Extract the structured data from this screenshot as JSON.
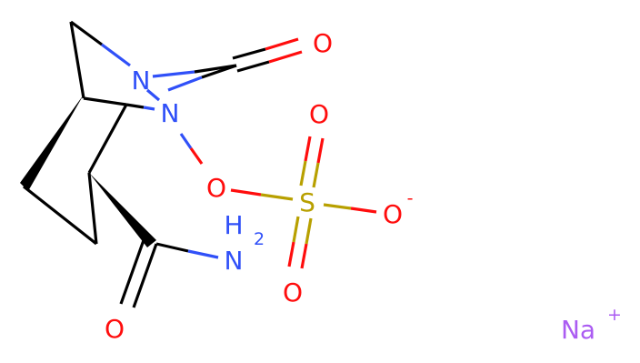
{
  "molecule": {
    "atoms": {
      "n_bridge": "N",
      "n_ring": "N",
      "o_carbonyl_top": "O",
      "o_link": "O",
      "s": "S",
      "o_s_up": "O",
      "o_s_down": "O",
      "o_s_minus": "O",
      "o_s_minus_charge": "-",
      "nh2_h": "H",
      "nh2_h_sub": "2",
      "nh2_n": "N",
      "o_amide": "O",
      "na": "Na",
      "na_charge": "+"
    },
    "colors": {
      "carbon_bond": "#000000",
      "nitrogen": "#3050F8",
      "oxygen": "#FF0D0D",
      "sulfur": "#B8A000",
      "sodium": "#AB5CF2"
    }
  }
}
